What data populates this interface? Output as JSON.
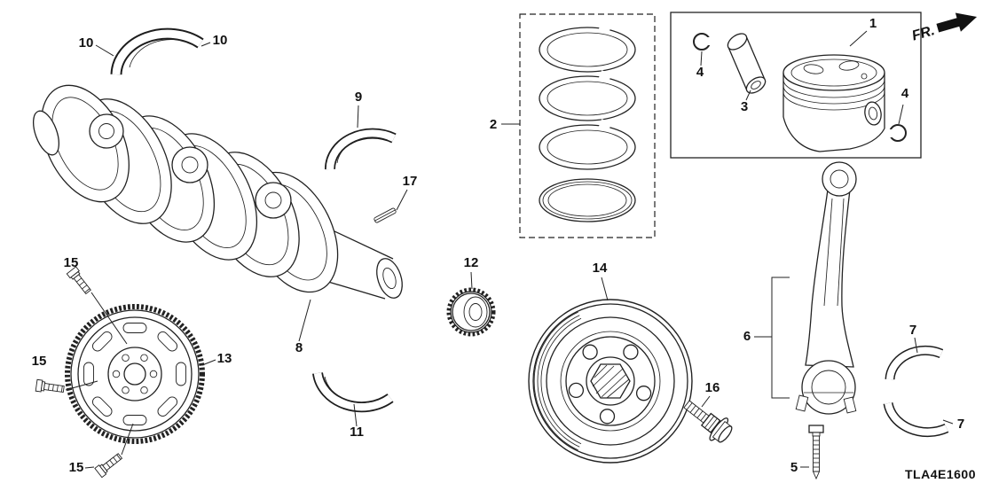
{
  "diagram": {
    "code": "TLA4E1600",
    "direction_label": "FR.",
    "colors": {
      "line": "#1d1d1d",
      "background": "#ffffff"
    },
    "callouts": {
      "n1": "1",
      "n2": "2",
      "n3": "3",
      "n4a": "4",
      "n4b": "4",
      "n5": "5",
      "n6": "6",
      "n7a": "7",
      "n7b": "7",
      "n8": "8",
      "n9": "9",
      "n10a": "10",
      "n10b": "10",
      "n11": "11",
      "n12": "12",
      "n13": "13",
      "n14": "14",
      "n15a": "15",
      "n15b": "15",
      "n15c": "15",
      "n16": "16",
      "n17": "17"
    }
  }
}
